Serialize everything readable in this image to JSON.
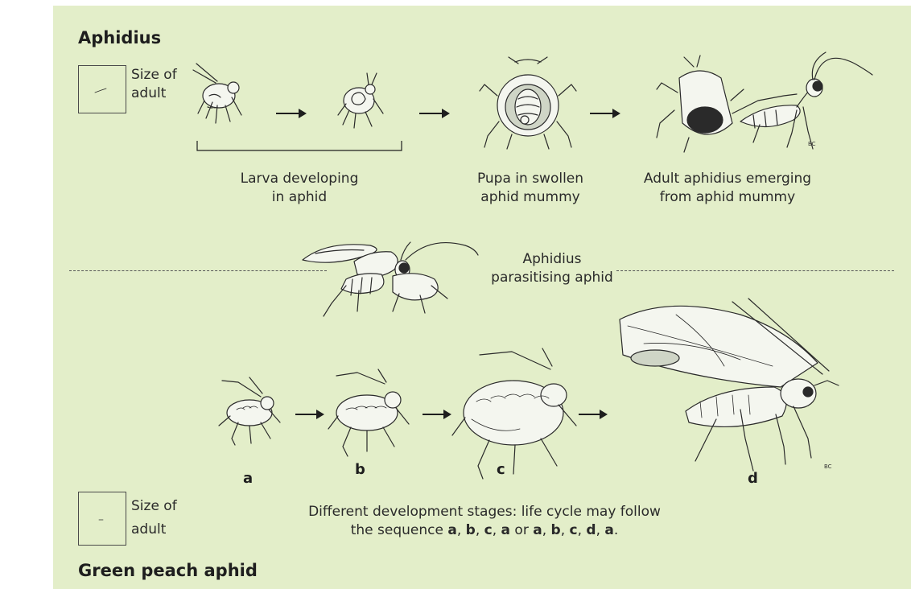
{
  "top": {
    "title": "Aphidius",
    "size_label_line1": "Size of",
    "size_label_line2": "adult",
    "caption_larva_line1": "Larva developing",
    "caption_larva_line2": "in aphid",
    "caption_pupa_line1": "Pupa in swollen",
    "caption_pupa_line2": "aphid mummy",
    "caption_adult_line1": "Adult aphidius emerging",
    "caption_adult_line2": "from aphid mummy"
  },
  "middle": {
    "caption_line1": "Aphidius",
    "caption_line2": "parasitising aphid"
  },
  "bottom": {
    "stage_a": "a",
    "stage_b": "b",
    "stage_c": "c",
    "stage_d": "d",
    "size_label_line1": "Size of",
    "size_label_line2": "adult",
    "caption_line1": "Different development stages: life cycle may follow",
    "caption_line2_prefix": "the sequence ",
    "seq1": [
      "a",
      "b",
      "c",
      "a"
    ],
    "or_word": " or ",
    "seq2": [
      "a",
      "b",
      "c",
      "d",
      "a"
    ],
    "title": "Green peach aphid"
  },
  "artist_initials": "BC",
  "colors": {
    "panel_bg": "#e3eec9",
    "ink": "#2a2a2a"
  }
}
